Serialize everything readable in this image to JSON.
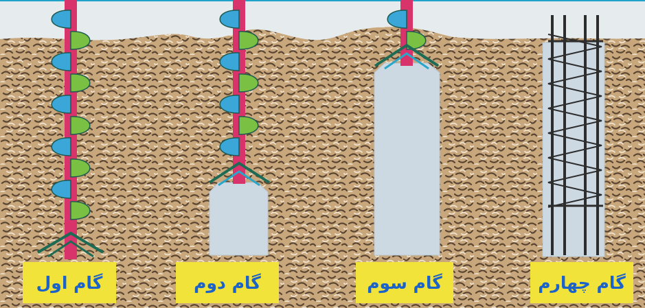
{
  "steps": [
    {
      "label": "گام اول"
    },
    {
      "label": "گام دوم"
    },
    {
      "label": "گام سوم"
    },
    {
      "label": "گام چهارم"
    }
  ],
  "colors": {
    "sky": "#e6ecee",
    "soil": "#c9a77c",
    "soil_dark": "#5a4632",
    "soil_light": "#efe3cf",
    "auger_shaft": "#d8336b",
    "flight_blue": "#3aa7d8",
    "flight_green": "#7ac143",
    "concrete": "#cdd9e2",
    "rebar": "#2d2d2d",
    "label_bg": "#f2e33a",
    "label_text": "#1b62c9"
  }
}
